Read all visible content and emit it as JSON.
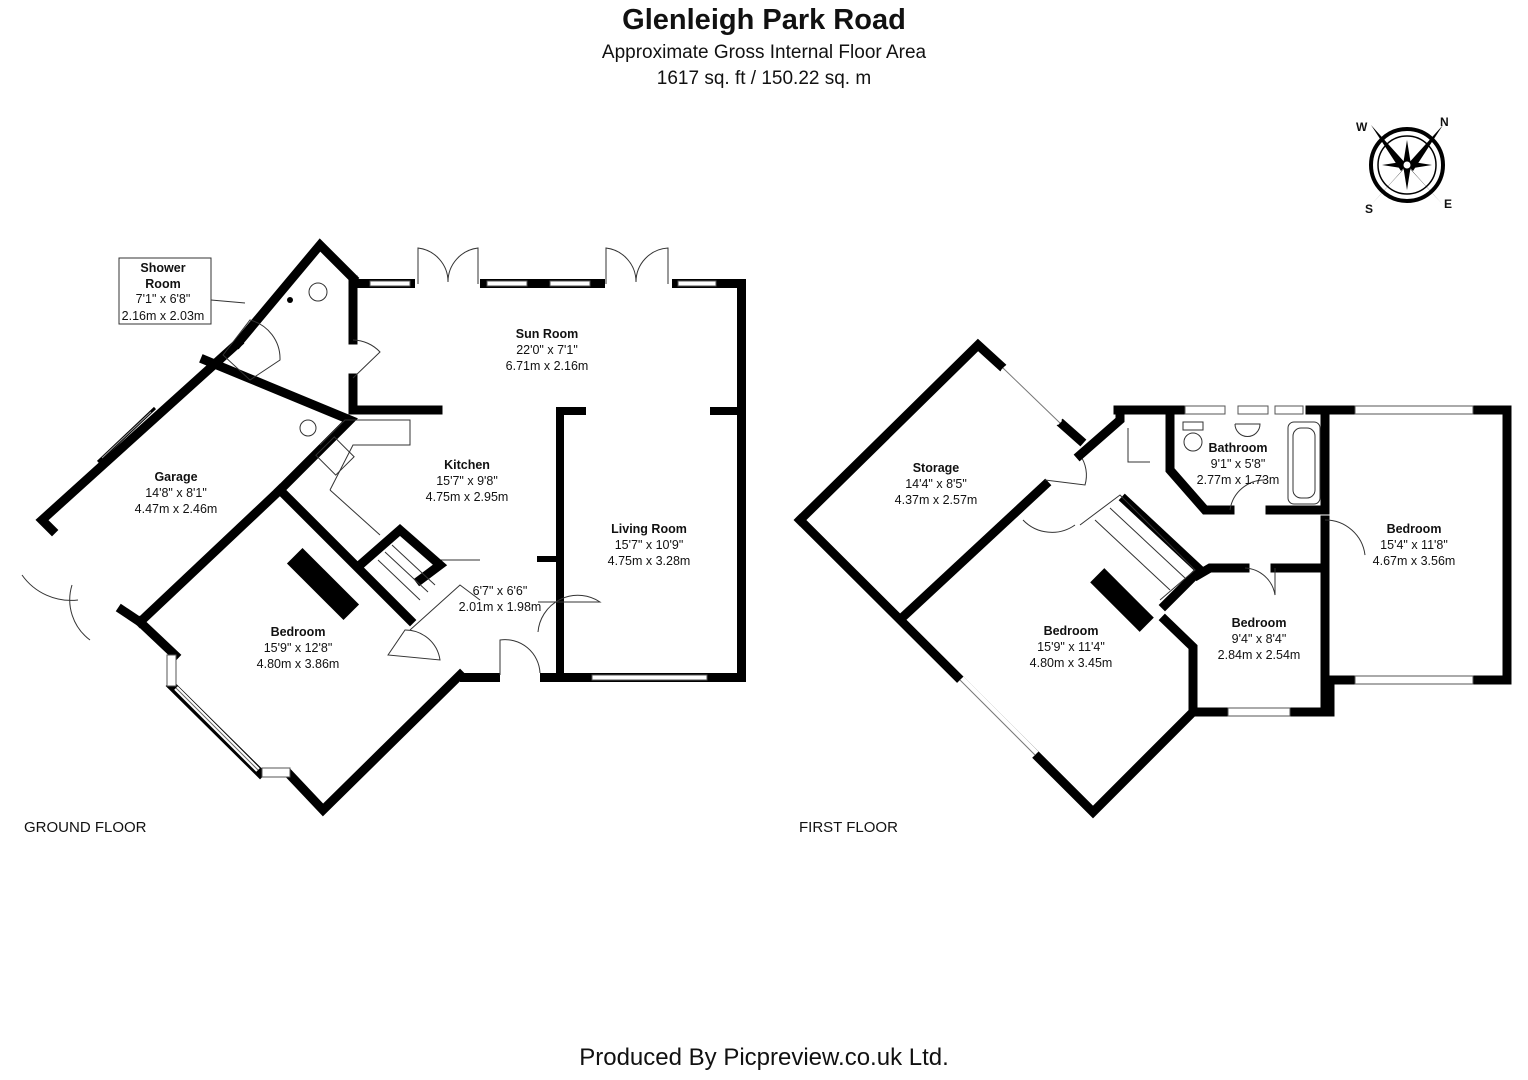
{
  "header": {
    "title": "Glenleigh Park Road",
    "subtitle": "Approximate Gross Internal Floor Area",
    "area": "1617 sq. ft / 150.22 sq. m"
  },
  "compass": {
    "w": "W",
    "n": "N",
    "s": "S",
    "e": "E"
  },
  "ground_floor": {
    "label": "GROUND FLOOR",
    "shower_room": {
      "name_line1": "Shower",
      "name_line2": "Room",
      "imperial": "7'1\" x 6'8\"",
      "metric": "2.16m x 2.03m"
    },
    "sun_room": {
      "name": "Sun Room",
      "imperial": "22'0\" x 7'1\"",
      "metric": "6.71m x 2.16m"
    },
    "garage": {
      "name": "Garage",
      "imperial": "14'8\" x 8'1\"",
      "metric": "4.47m x 2.46m"
    },
    "kitchen": {
      "name": "Kitchen",
      "imperial": "15'7\" x 9'8\"",
      "metric": "4.75m x 2.95m"
    },
    "living_room": {
      "name": "Living Room",
      "imperial": "15'7\" x 10'9\"",
      "metric": "4.75m x 3.28m"
    },
    "hall": {
      "imperial": "6'7\" x 6'6\"",
      "metric": "2.01m x 1.98m"
    },
    "bedroom": {
      "name": "Bedroom",
      "imperial": "15'9\" x 12'8\"",
      "metric": "4.80m x 3.86m"
    }
  },
  "first_floor": {
    "label": "FIRST FLOOR",
    "storage": {
      "name": "Storage",
      "imperial": "14'4\" x 8'5\"",
      "metric": "4.37m x 2.57m"
    },
    "bathroom": {
      "name": "Bathroom",
      "imperial": "9'1\" x 5'8\"",
      "metric": "2.77m x 1.73m"
    },
    "bedroom_east": {
      "name": "Bedroom",
      "imperial": "15'4\" x 11'8\"",
      "metric": "4.67m x 3.56m"
    },
    "bedroom_main": {
      "name": "Bedroom",
      "imperial": "15'9\" x 11'4\"",
      "metric": "4.80m x 3.45m"
    },
    "bedroom_small": {
      "name": "Bedroom",
      "imperial": "9'4\" x 8'4\"",
      "metric": "2.84m x 2.54m"
    }
  },
  "footer": {
    "credit": "Produced By Picpreview.co.uk Ltd."
  }
}
